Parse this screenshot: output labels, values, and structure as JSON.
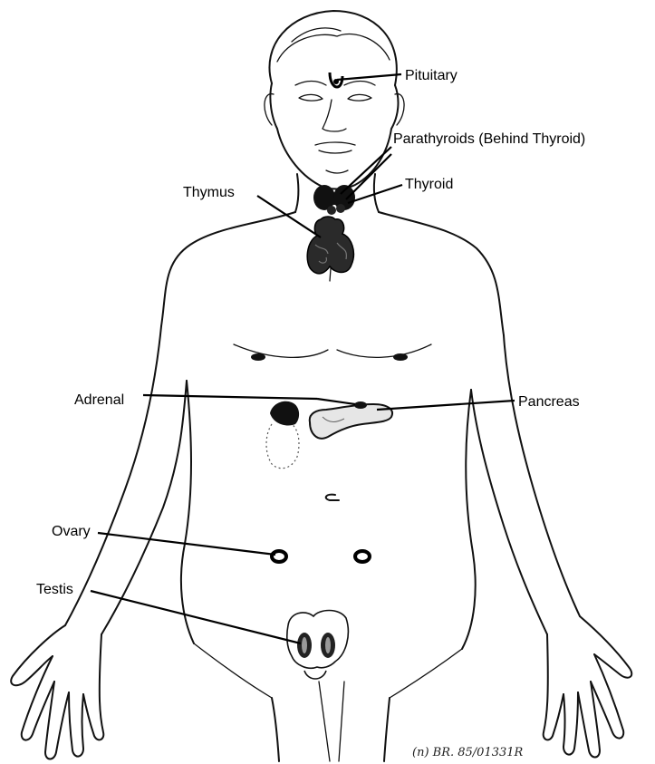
{
  "labels": {
    "pituitary": "Pituitary",
    "parathyroids": "Parathyroids (Behind Thyroid)",
    "thyroid": "Thyroid",
    "thymus": "Thymus",
    "adrenal": "Adrenal",
    "pancreas": "Pancreas",
    "ovary": "Ovary",
    "testis": "Testis"
  },
  "stamp": "(n) BR. 85/01331R"
}
